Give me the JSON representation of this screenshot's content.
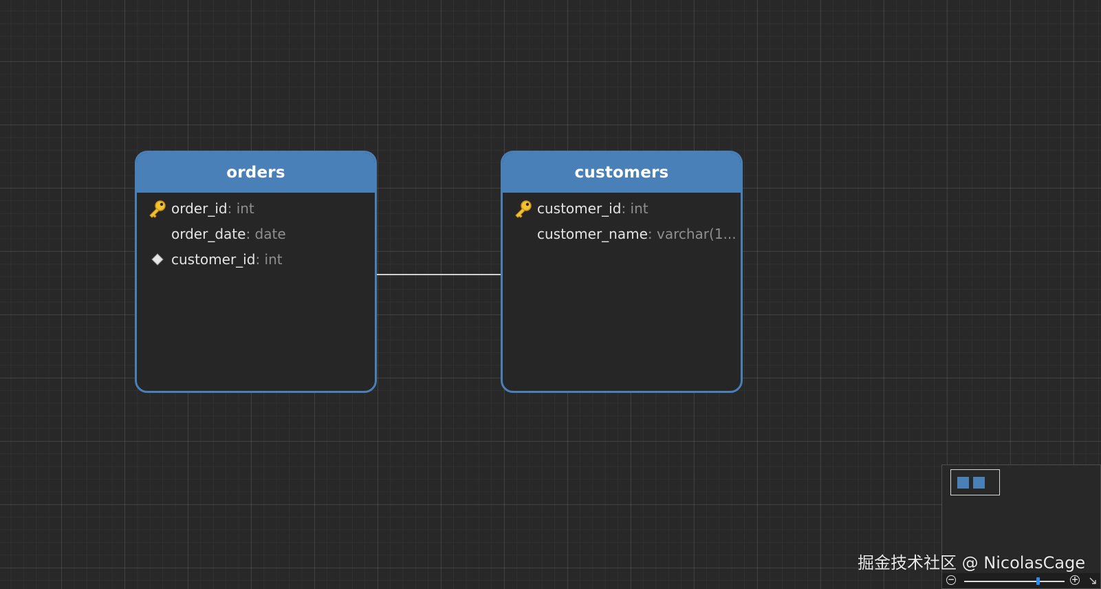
{
  "tables": [
    {
      "id": "orders",
      "name": "orders",
      "fields": [
        {
          "name": "order_id",
          "type": ": int",
          "icon": "primary-key-icon"
        },
        {
          "name": "order_date",
          "type": ": date",
          "icon": ""
        },
        {
          "name": "customer_id",
          "type": ": int",
          "icon": "foreign-key-diamond-icon"
        }
      ]
    },
    {
      "id": "customers",
      "name": "customers",
      "fields": [
        {
          "name": "customer_id",
          "type": ": int",
          "icon": "primary-key-icon"
        },
        {
          "name": "customer_name",
          "type": ": varchar(1...",
          "icon": ""
        }
      ]
    }
  ],
  "relations": [
    {
      "from": "orders.customer_id",
      "to": "customers.customer_id"
    }
  ],
  "minimap": {
    "zoom_level": 0.73
  },
  "watermark": "掘金技术社区 @ NicolasCage",
  "colors": {
    "table_header": "#4a80b8",
    "canvas_background": "#282828",
    "key_icon": "#f2c230",
    "relation_line": "#d0d0d0"
  }
}
